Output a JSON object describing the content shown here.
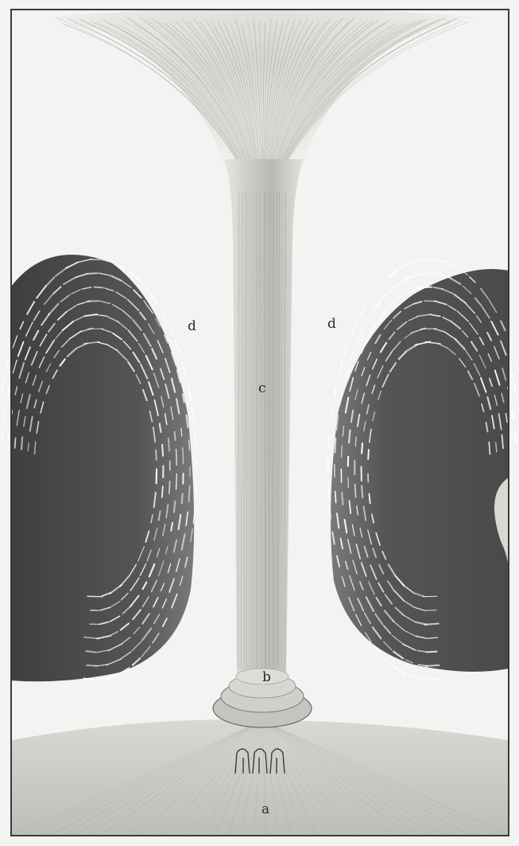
{
  "labels": {
    "a": "a",
    "b": "b",
    "c": "c",
    "d_left": "d",
    "d_right": "d"
  },
  "colors": {
    "paper": "#f3f3f1",
    "frame": "#3a3a3a",
    "dark_mass": "#4b4b49",
    "column": "#d2d2cf",
    "ink": "#2a2a2a"
  }
}
